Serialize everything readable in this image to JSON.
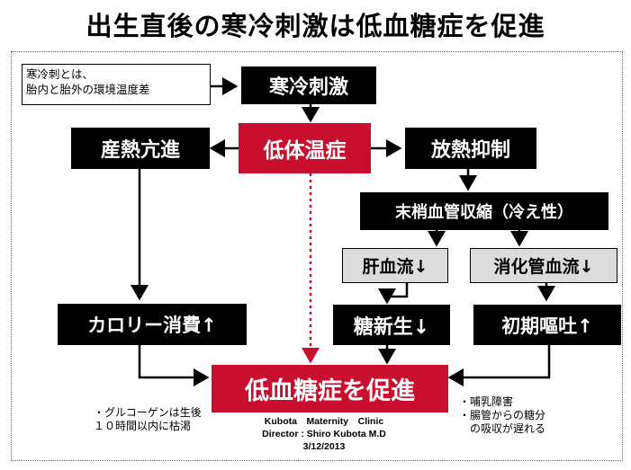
{
  "title": "出生直後の寒冷刺激は低血糖症を促進",
  "nodes": {
    "definition_note": [
      "寒冷刺とは、",
      "胎内と胎外の環境温度差"
    ],
    "cold_stimulus": "寒冷刺激",
    "low_body_temp": "低体温症",
    "heat_production": "産熱亢進",
    "heat_suppression": "放熱抑制",
    "vasoconstriction": "末梢血管収縮（冷え性）",
    "liver_blood_flow": "肝血流↓",
    "gi_blood_flow": "消化管血流↓",
    "calorie_consumption": "カロリー消費↑",
    "gluconeogenesis": "糖新生↓",
    "early_vomiting": "初期嘔吐↑",
    "hypoglycemia": "低血糖症を促進"
  },
  "notes": {
    "glycogen": [
      "・グルコーゲンは生後",
      "１０時間以内に枯渇"
    ],
    "feeding": [
      "・哺乳障害",
      "・腸管からの糖分",
      "　の吸収が遅れる"
    ]
  },
  "credit": [
    "Kubota　Maternity　Clinic",
    "Director : Shiro Kubota M.D",
    "3/12/2013"
  ],
  "colors": {
    "accent_red": "#c8102e",
    "box_black": "#000000",
    "box_grey": "#dcdcdc"
  }
}
